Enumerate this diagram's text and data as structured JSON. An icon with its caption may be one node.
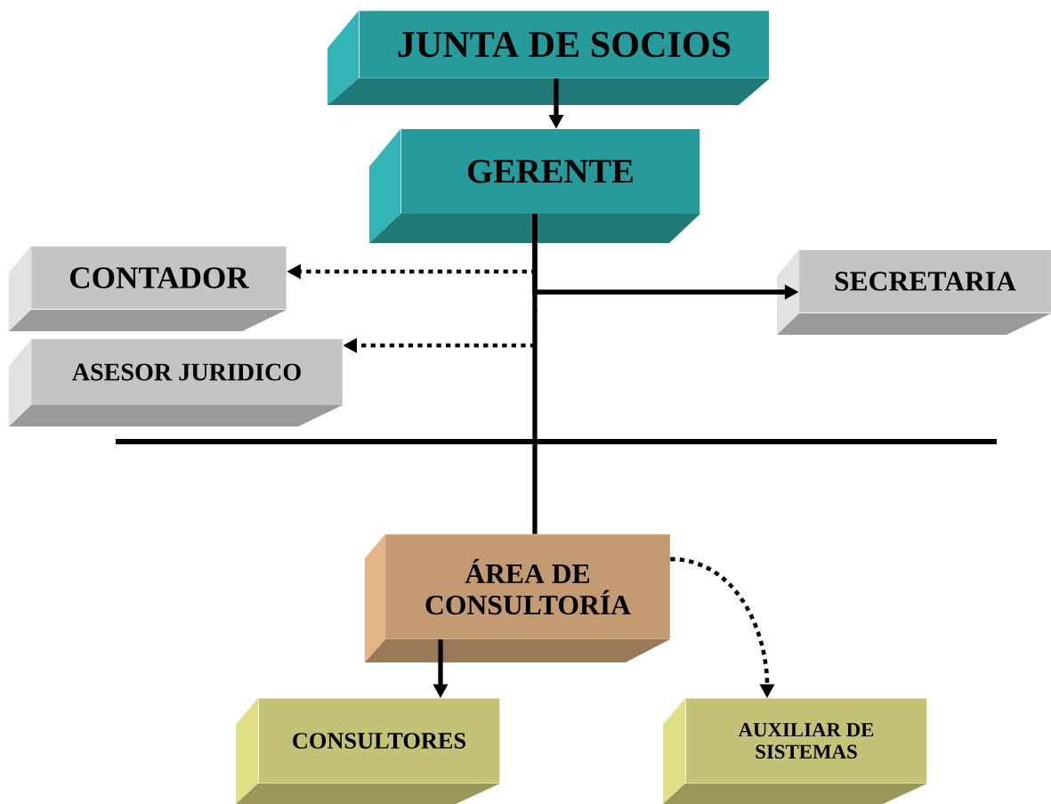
{
  "diagram": {
    "nodes": [
      {
        "text": [
          "JUNTA DE SOCIOS"
        ]
      },
      {
        "text": [
          "GERENTE"
        ]
      },
      {
        "text": [
          "CONTADOR"
        ]
      },
      {
        "text": [
          "SECRETARIA"
        ]
      },
      {
        "text": [
          "ASESOR JURIDICO"
        ]
      },
      {
        "text": [
          "ÁREA DE CONSULTORÍA"
        ]
      },
      {
        "text": [
          "CONSULTORES"
        ]
      },
      {
        "text": [
          "AUXILIAR DE SISTEMAS"
        ]
      }
    ],
    "edges": [
      {
        "from": 0,
        "to": 1,
        "arrow": "to"
      },
      {
        "from": 1,
        "to": 2,
        "arrow": "to",
        "style": "dashed"
      },
      {
        "from": 1,
        "to": 3,
        "arrow": "to"
      },
      {
        "from": 1,
        "to": 4,
        "arrow": "to",
        "style": "dashed"
      },
      {
        "from": 1,
        "to": 5,
        "arrow": "none"
      },
      {
        "from": 5,
        "to": 6,
        "arrow": "to"
      },
      {
        "from": 5,
        "to": 7,
        "arrow": "to",
        "style": "dashed"
      }
    ]
  }
}
